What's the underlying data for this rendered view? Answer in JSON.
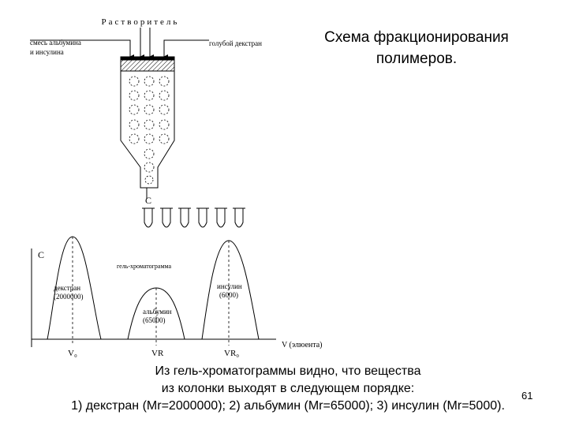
{
  "title": [
    "Схема фракционирования",
    "полимеров."
  ],
  "column": {
    "solvent_label": "Растворитель",
    "mixture_label": [
      "смесь альбумина",
      "и инсулина"
    ],
    "dextran_label": "голубой декстран",
    "outlet_label": "С"
  },
  "chromatogram": {
    "title": "гель-хроматограмма",
    "y_axis_label": "C",
    "x_axis_label": "V (элюента)",
    "peaks": [
      {
        "label": [
          "декстран",
          "(2000000)"
        ],
        "tick_label": "V₀"
      },
      {
        "label": [
          "альбумин",
          "(65000)"
        ],
        "tick_label": "VR"
      },
      {
        "label": [
          "инсулин",
          "(6000)"
        ],
        "tick_label": "VR₀"
      }
    ]
  },
  "caption": [
    "Из гель-хроматограммы видно, что вещества",
    "из колонки выходят в следующем порядке:",
    "1) декстран (Mr=2000000); 2) альбумин (Mr=65000); 3) инсулин (Mr=5000)."
  ],
  "page_number": "61"
}
